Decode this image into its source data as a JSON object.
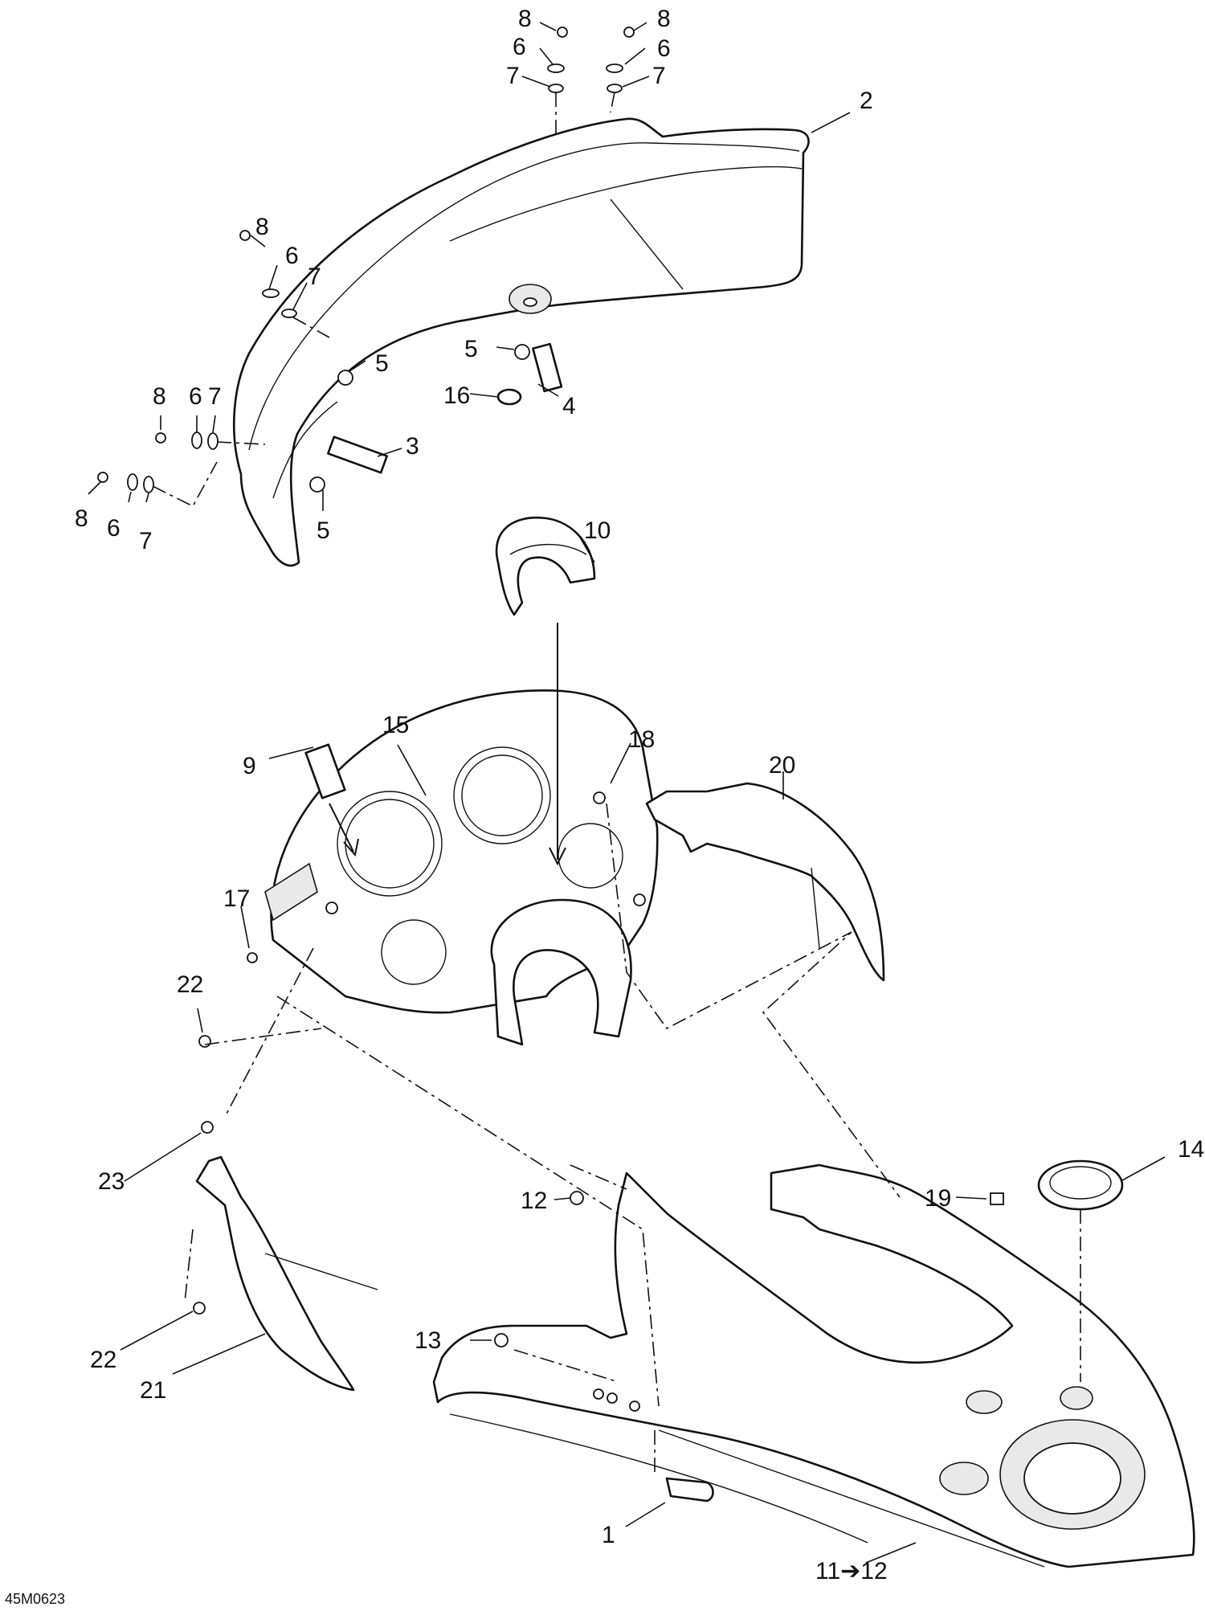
{
  "drawing_code": "45M0623",
  "callouts": {
    "c1": "1",
    "c2": "2",
    "c3": "3",
    "c4": "4",
    "c5a": "5",
    "c5b": "5",
    "c5c": "5",
    "c6a": "6",
    "c6b": "6",
    "c6c": "6",
    "c6d": "6",
    "c6e": "6",
    "c7a": "7",
    "c7b": "7",
    "c7c": "7",
    "c7d": "7",
    "c7e": "7",
    "c8a": "8",
    "c8b": "8",
    "c8c": "8",
    "c8d": "8",
    "c8e": "8",
    "c9": "9",
    "c10": "10",
    "c11": "11➔12",
    "c12": "12",
    "c13": "13",
    "c14": "14",
    "c15": "15",
    "c16": "16",
    "c17": "17",
    "c18": "18",
    "c19": "19",
    "c20": "20",
    "c21": "21",
    "c22a": "22",
    "c22b": "22",
    "c23": "23"
  }
}
